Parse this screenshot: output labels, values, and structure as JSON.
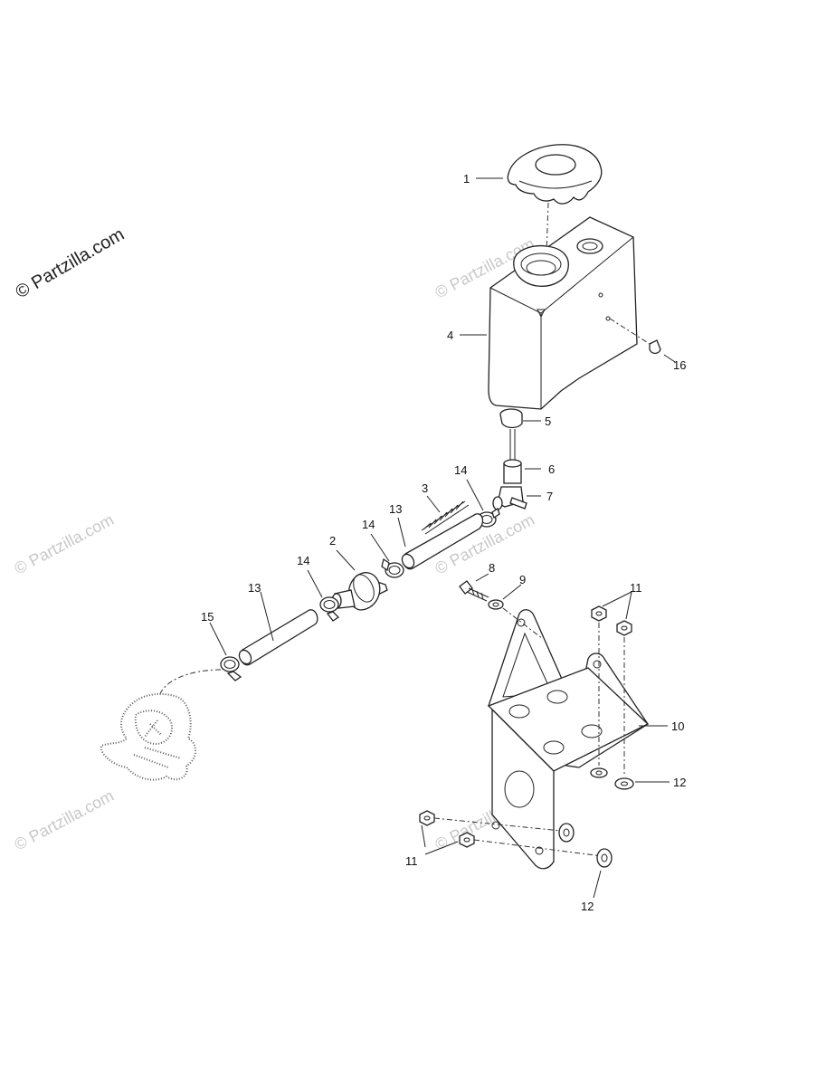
{
  "watermark": {
    "main_text": "© Partzilla.com",
    "faint_text": "© Partzilla.com"
  },
  "callouts": {
    "c1": "1",
    "c2": "2",
    "c3": "3",
    "c4": "4",
    "c5": "5",
    "c6": "6",
    "c7": "7",
    "c8": "8",
    "c9": "9",
    "c10": "10",
    "c11a": "11",
    "c11b": "11",
    "c12a": "12",
    "c12b": "12",
    "c13a": "13",
    "c13b": "13",
    "c14a": "14",
    "c14b": "14",
    "c14c": "14",
    "c15": "15",
    "c16": "16"
  }
}
